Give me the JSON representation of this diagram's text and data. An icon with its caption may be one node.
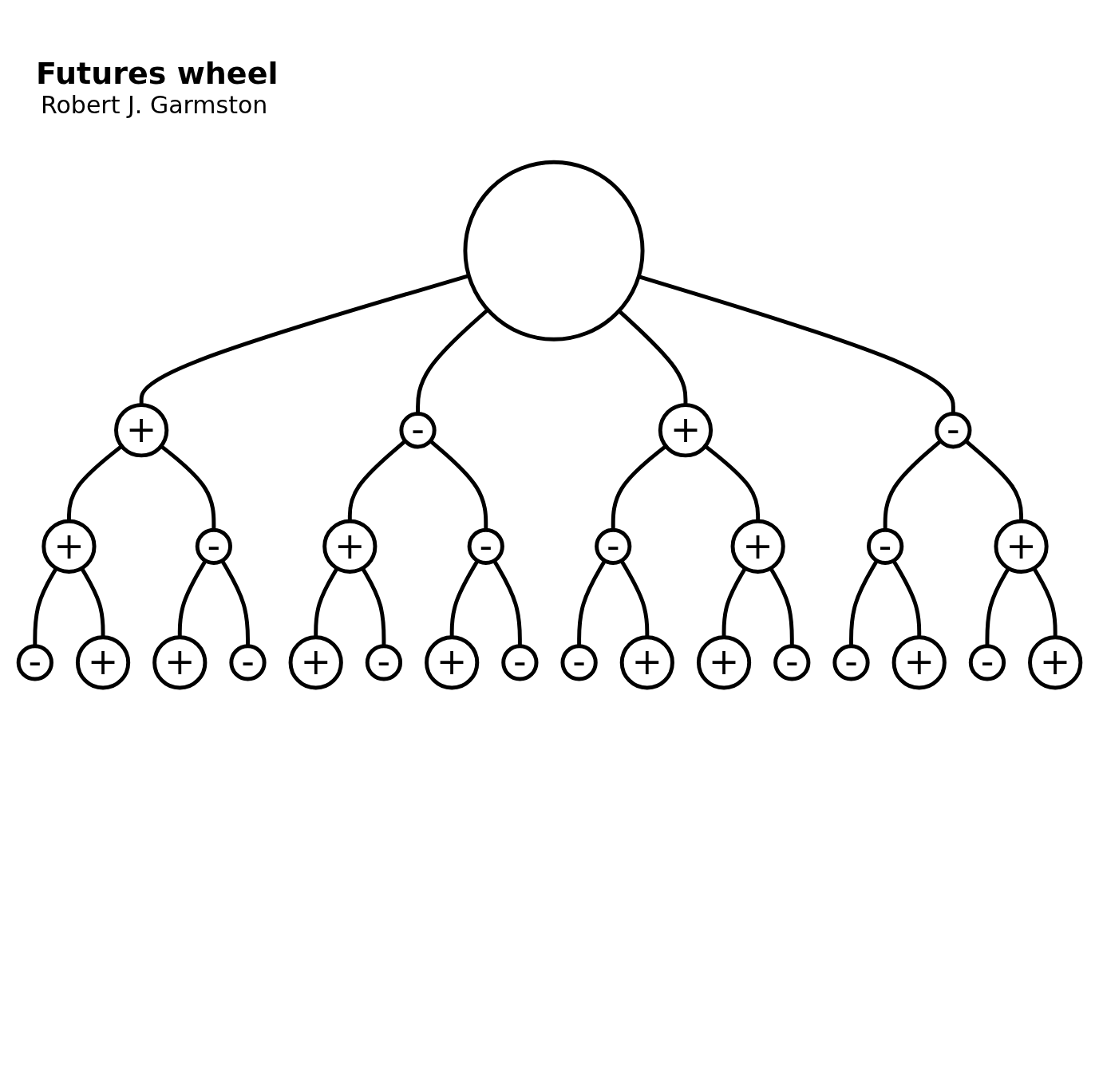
{
  "diagram": {
    "title": "Futures wheel",
    "nodes": [
      {
        "text": [],
        "shape": "circle"
      },
      {
        "text": [
          "+"
        ]
      },
      {
        "text": [
          "+"
        ]
      },
      {
        "text": [
          "-"
        ]
      },
      {
        "text": [
          "-"
        ]
      },
      {
        "text": [
          "+"
        ]
      },
      {
        "text": [
          "+"
        ]
      },
      {
        "text": [
          "-"
        ]
      },
      {
        "text": [
          "-"
        ]
      },
      {
        "text": [
          "+"
        ]
      },
      {
        "text": [
          "-"
        ]
      },
      {
        "text": [
          "+"
        ]
      },
      {
        "text": [
          "-"
        ]
      },
      {
        "text": [
          "+"
        ]
      },
      {
        "text": [
          "-"
        ]
      },
      {
        "text": [
          "+"
        ]
      },
      {
        "text": [
          "-"
        ]
      },
      {
        "text": [
          "+"
        ]
      },
      {
        "text": [
          "-"
        ]
      },
      {
        "text": [
          "+"
        ]
      },
      {
        "text": [
          "+"
        ]
      },
      {
        "text": [
          "-"
        ]
      },
      {
        "text": [
          "-"
        ]
      },
      {
        "text": [
          "-"
        ]
      },
      {
        "text": [
          "+"
        ]
      },
      {
        "text": [
          "-"
        ]
      },
      {
        "text": [
          "+"
        ]
      },
      {
        "text": [
          "-"
        ]
      },
      {
        "text": [
          "+"
        ]
      }
    ],
    "edges": [
      {
        "from": 0,
        "to": 1,
        "arrow": "none"
      },
      {
        "from": 1,
        "to": 2,
        "arrow": "none"
      },
      {
        "from": 1,
        "to": 3,
        "arrow": "none"
      },
      {
        "from": 2,
        "to": 4,
        "arrow": "none"
      },
      {
        "from": 2,
        "to": 5,
        "arrow": "none"
      },
      {
        "from": 3,
        "to": 6,
        "arrow": "none"
      },
      {
        "from": 3,
        "to": 7,
        "arrow": "none"
      },
      {
        "from": 0,
        "to": 8,
        "arrow": "none"
      },
      {
        "from": 8,
        "to": 9,
        "arrow": "none"
      },
      {
        "from": 8,
        "to": 10,
        "arrow": "none"
      },
      {
        "from": 9,
        "to": 11,
        "arrow": "none"
      },
      {
        "from": 9,
        "to": 12,
        "arrow": "none"
      },
      {
        "from": 10,
        "to": 13,
        "arrow": "none"
      },
      {
        "from": 10,
        "to": 14,
        "arrow": "none"
      },
      {
        "from": 0,
        "to": 15,
        "arrow": "none"
      },
      {
        "from": 15,
        "to": 16,
        "arrow": "none"
      },
      {
        "from": 15,
        "to": 17,
        "arrow": "none"
      },
      {
        "from": 16,
        "to": 18,
        "arrow": "none"
      },
      {
        "from": 16,
        "to": 19,
        "arrow": "none"
      },
      {
        "from": 17,
        "to": 20,
        "arrow": "none"
      },
      {
        "from": 17,
        "to": 21,
        "arrow": "none"
      },
      {
        "from": 0,
        "to": 22,
        "arrow": "none"
      },
      {
        "from": 22,
        "to": 23,
        "arrow": "none"
      },
      {
        "from": 22,
        "to": 24,
        "arrow": "none"
      },
      {
        "from": 23,
        "to": 25,
        "arrow": "none"
      },
      {
        "from": 23,
        "to": 26,
        "arrow": "none"
      },
      {
        "from": 24,
        "to": 27,
        "arrow": "none"
      },
      {
        "from": 24,
        "to": 28,
        "arrow": "none"
      }
    ],
    "labels": [
      "Robert J. Garmston"
    ]
  }
}
